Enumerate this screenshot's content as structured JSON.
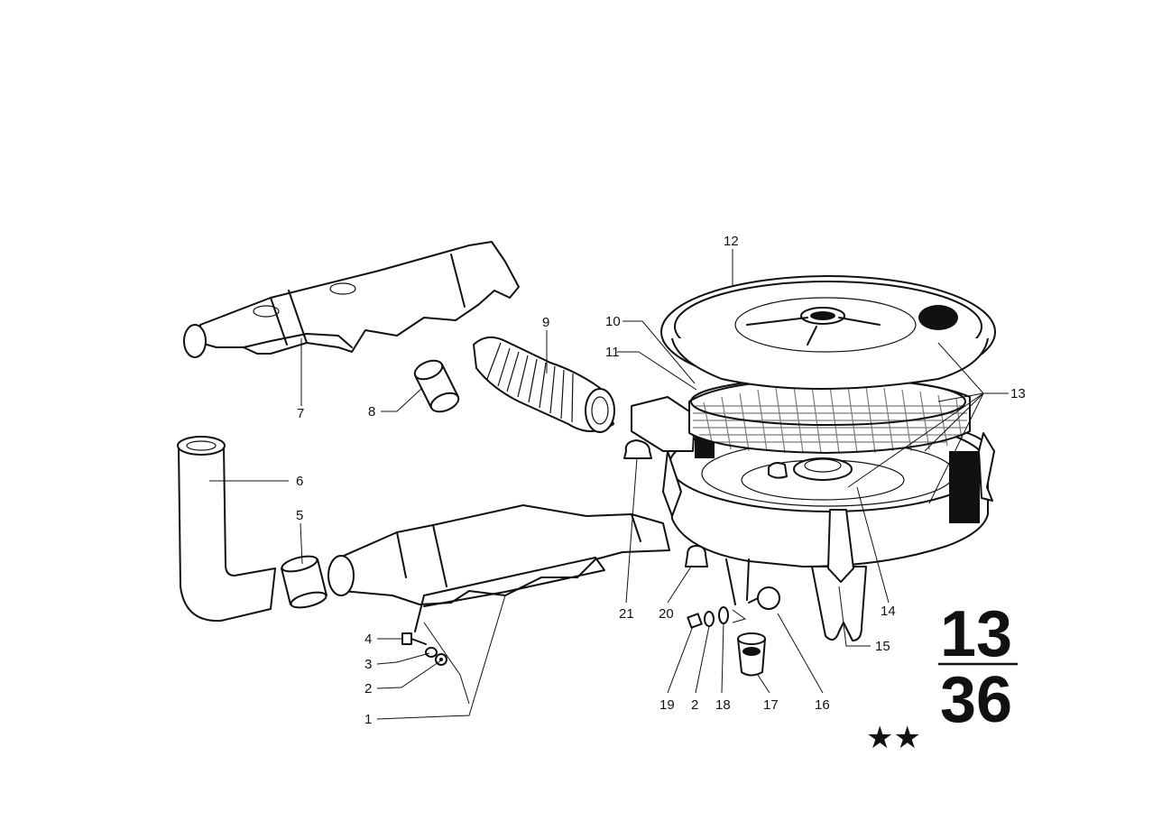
{
  "callouts": [
    {
      "id": "c1",
      "text": "1"
    },
    {
      "id": "c2a",
      "text": "2"
    },
    {
      "id": "c3",
      "text": "3"
    },
    {
      "id": "c4",
      "text": "4"
    },
    {
      "id": "c5",
      "text": "5"
    },
    {
      "id": "c6",
      "text": "6"
    },
    {
      "id": "c7",
      "text": "7"
    },
    {
      "id": "c8",
      "text": "8"
    },
    {
      "id": "c9",
      "text": "9"
    },
    {
      "id": "c10",
      "text": "10"
    },
    {
      "id": "c11",
      "text": "11"
    },
    {
      "id": "c12",
      "text": "12"
    },
    {
      "id": "c13",
      "text": "13"
    },
    {
      "id": "c14",
      "text": "14"
    },
    {
      "id": "c15",
      "text": "15"
    },
    {
      "id": "c16",
      "text": "16"
    },
    {
      "id": "c17",
      "text": "17"
    },
    {
      "id": "c18",
      "text": "18"
    },
    {
      "id": "c2b",
      "text": "2"
    },
    {
      "id": "c19",
      "text": "19"
    },
    {
      "id": "c20",
      "text": "20"
    },
    {
      "id": "c21",
      "text": "21"
    }
  ],
  "section": {
    "group": "13",
    "page": "36"
  },
  "stars": "★★"
}
